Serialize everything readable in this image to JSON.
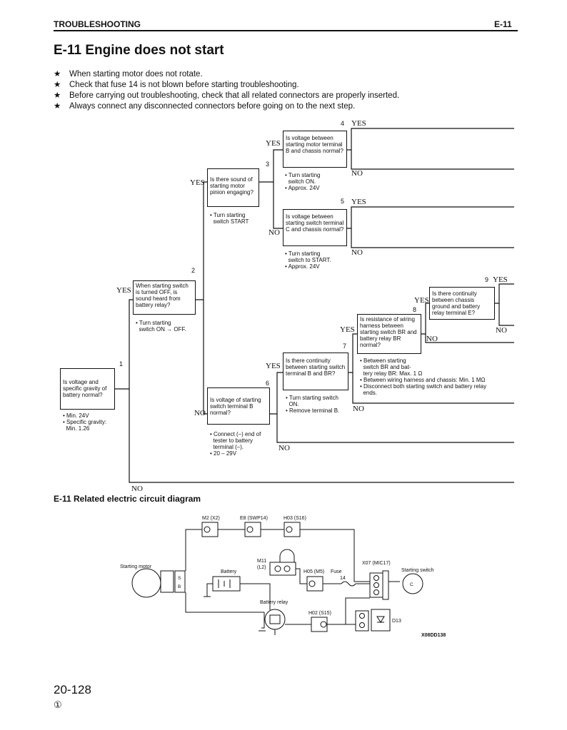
{
  "header": {
    "section": "TROUBLESHOOTING",
    "code": "E-11"
  },
  "title": "E-11 Engine does not start",
  "bullet_symbol": "★",
  "bullets": [
    "When starting motor does not rotate.",
    "Check that fuse 14 is not blown before starting troubleshooting.",
    "Before carrying out troubleshooting, check that all related connectors are properly inserted.",
    "Always connect any disconnected connectors before going on to the next step."
  ],
  "flowchart": {
    "yes": "YES",
    "no": "NO",
    "steps": {
      "s1": {
        "num": "1",
        "question": "Is voltage and specific gravity of battery normal?",
        "note": "• Min. 24V\n• Specific gravity:\n  Min. 1.26"
      },
      "s2": {
        "num": "2",
        "question": "When starting switch is turned OFF, is sound heard from battery relay?",
        "note": "• Turn starting\n  switch ON → OFF."
      },
      "s3": {
        "num": "3",
        "question": "Is there sound of starting motor pinion engaging?",
        "note": "• Turn starting\n  switch START"
      },
      "s4": {
        "num": "4",
        "question": "Is voltage between starting motor terminal B and chassis normal?",
        "note": "• Turn starting\n  switch ON.\n• Approx. 24V"
      },
      "s5": {
        "num": "5",
        "question": "Is voltage between starting switch terminal C and chassis normal?",
        "note": "• Turn starting\n  switch to START.\n• Approx. 24V"
      },
      "s6": {
        "num": "6",
        "question": "Is voltage of starting switch terminal B normal?",
        "note": "• Connect (–) end of\n  tester to battery\n  terminal (–).\n• 20 – 29V"
      },
      "s7": {
        "num": "7",
        "question": "Is there continuity between starting switch terminal B and BR?",
        "note": "• Turn starting switch\n  ON.\n• Remove terminal B."
      },
      "s8": {
        "num": "8",
        "question": "Is resistance of wiring harness between starting switch BR and battery relay BR normal?",
        "note": "• Between starting\n  switch BR and bat-\n  tery relay BR: Max. 1 Ω\n• Between wiring harness and chassis: Min. 1 MΩ\n• Disconnect both starting switch and battery relay\n  ends."
      },
      "s9": {
        "num": "9",
        "question": "Is there continuity between chassis ground and battery relay terminal E?",
        "note": ""
      }
    }
  },
  "circuit": {
    "title": "E-11 Related electric circuit diagram",
    "labels": {
      "m2": "M2 (X2)",
      "e8": "E8 (SWP14)",
      "h03": "H03 (S16)",
      "m11": "M11\n(L2)",
      "h05": "H05 (M5)",
      "fuse": "Fuse",
      "fuse_no": "14",
      "x07": "X07 (MIC17)",
      "starting_motor": "Starting motor",
      "battery": "Battery",
      "battery_relay": "Battery relay",
      "starting_switch": "Starting switch",
      "h02": "H02 (S15)",
      "d13": "D13",
      "figure_id": "X08DD138"
    }
  },
  "footer": {
    "page": "20-128",
    "revision": "①"
  }
}
